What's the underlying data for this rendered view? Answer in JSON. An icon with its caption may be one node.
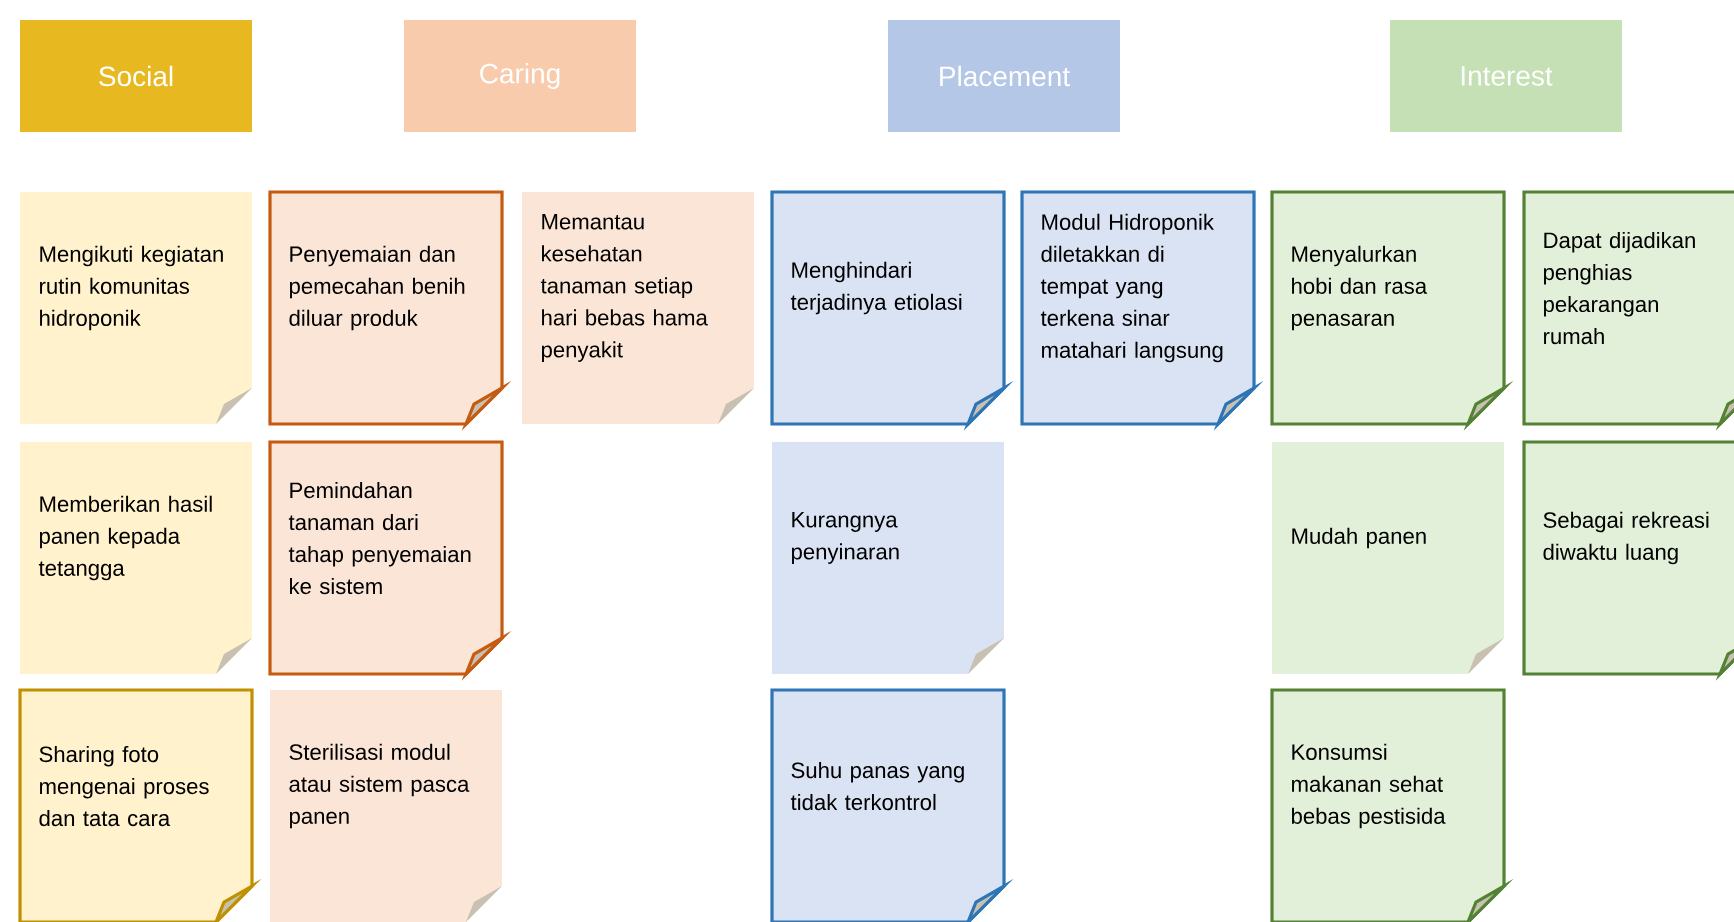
{
  "diagram": {
    "nodes": [
      {
        "text": [
          "Social"
        ]
      },
      {
        "text": [
          "Caring"
        ]
      },
      {
        "text": [
          "Placement"
        ]
      },
      {
        "text": [
          "Interest"
        ]
      },
      {
        "text": [
          "Mengikuti kegiatan rutin komunitas hidroponik"
        ]
      },
      {
        "text": [
          "Penyemaian dan pemecahan benih diluar produk"
        ]
      },
      {
        "text": [
          "Memantau kesehatan tanaman setiap hari bebas hama penyakit"
        ]
      },
      {
        "text": [
          "Menghindari terjadinya etiolasi"
        ]
      },
      {
        "text": [
          "Modul Hidroponik diletakkan di tempat yang terkena sinar matahari langsung"
        ]
      },
      {
        "text": [
          "Menyalurkan hobi dan rasa penasaran"
        ]
      },
      {
        "text": [
          "Dapat dijadikan penghias pekarangan rumah"
        ]
      },
      {
        "text": [
          "Memberikan hasil panen kepada tetangga"
        ]
      },
      {
        "text": [
          "Pemindahan tanaman dari tahap penyemaian ke sistem"
        ]
      },
      {
        "text": [
          "Kurangnya penyinaran"
        ]
      },
      {
        "text": [
          "Mudah panen"
        ]
      },
      {
        "text": [
          "Sebagai rekreasi diwaktu luang"
        ]
      },
      {
        "text": [
          "Sharing foto mengenai proses dan tata cara"
        ]
      },
      {
        "text": [
          "Sterilisasi modul atau sistem pasca panen"
        ]
      },
      {
        "text": [
          "Suhu panas yang tidak terkontrol"
        ]
      },
      {
        "text": [
          "Konsumsi makanan sehat bebas pestisida"
        ]
      }
    ]
  }
}
